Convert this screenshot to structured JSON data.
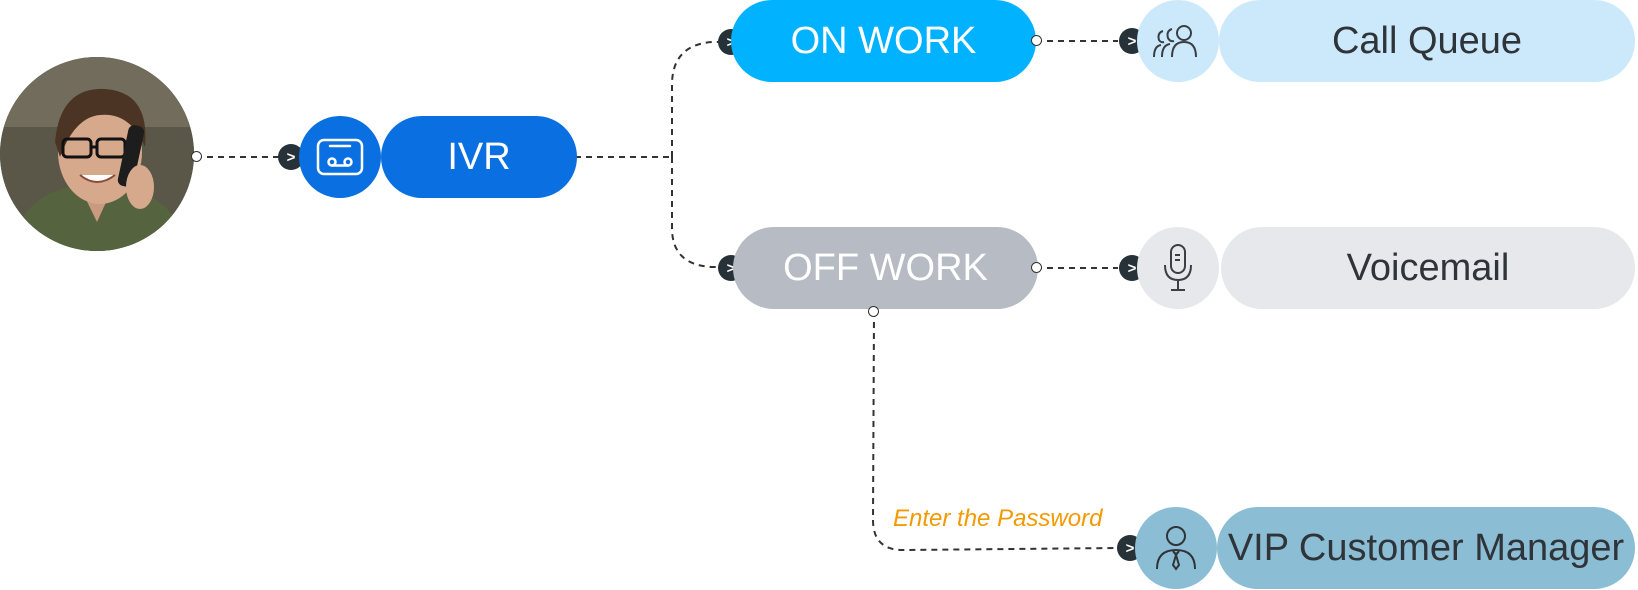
{
  "colors": {
    "ivr": "#0a6fe0",
    "on_work": "#00b2ff",
    "off_work": "#b6bbc4",
    "call_queue": "#cce9fb",
    "voicemail": "#e6e8eb",
    "vip": "#8bbdd5",
    "caption": "#f29a00",
    "connector": "#333333"
  },
  "nodes": {
    "caller": {
      "icon": "caller-photo"
    },
    "ivr": {
      "label": "IVR",
      "icon": "voicemail-tape-icon"
    },
    "on_work": {
      "label": "ON WORK"
    },
    "off_work": {
      "label": "OFF WORK"
    },
    "call_queue": {
      "label": "Call Queue",
      "icon": "group-icon"
    },
    "voicemail": {
      "label": "Voicemail",
      "icon": "microphone-icon"
    },
    "vip": {
      "label": "VIP Customer Manager",
      "icon": "person-tie-icon"
    }
  },
  "edges": {
    "password": {
      "label": "Enter the Password"
    },
    "arrow_glyph": ">"
  }
}
